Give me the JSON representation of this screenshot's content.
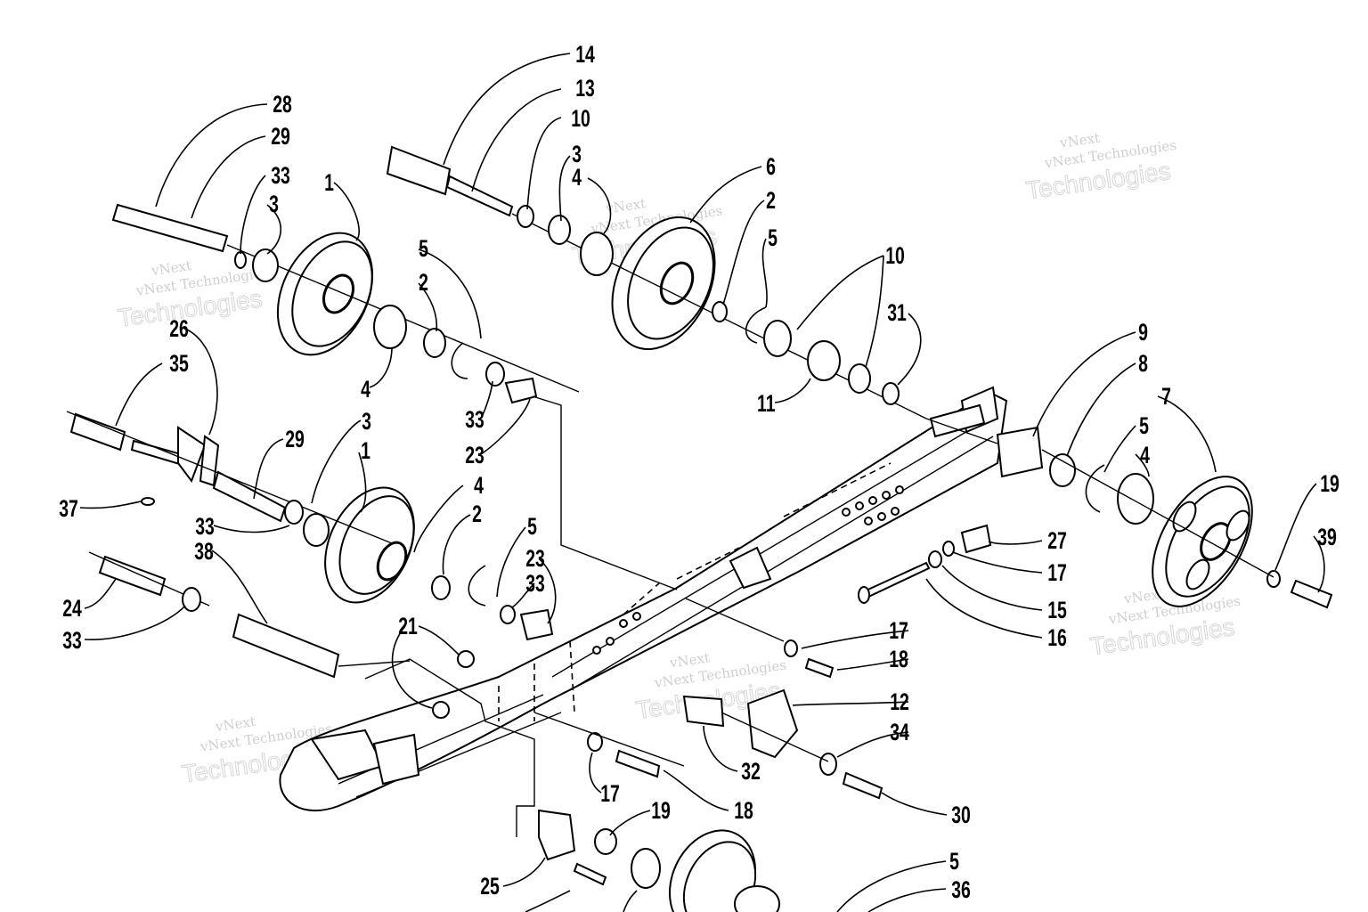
{
  "watermark": {
    "line1": "vNext Technologies",
    "line2": "Technologies",
    "top": "vNext"
  },
  "callouts": [
    "14",
    "13",
    "10",
    "3",
    "4",
    "6",
    "2",
    "5",
    "28",
    "29",
    "33",
    "3",
    "1",
    "5",
    "2",
    "10",
    "31",
    "26",
    "35",
    "4",
    "33",
    "23",
    "11",
    "9",
    "8",
    "5",
    "7",
    "3",
    "29",
    "1",
    "4",
    "2",
    "5",
    "23",
    "33",
    "4",
    "19",
    "39",
    "37",
    "33",
    "38",
    "24",
    "33",
    "21",
    "27",
    "17",
    "15",
    "16",
    "17",
    "18",
    "12",
    "34",
    "32",
    "17",
    "18",
    "30",
    "19",
    "25",
    "5",
    "36"
  ]
}
